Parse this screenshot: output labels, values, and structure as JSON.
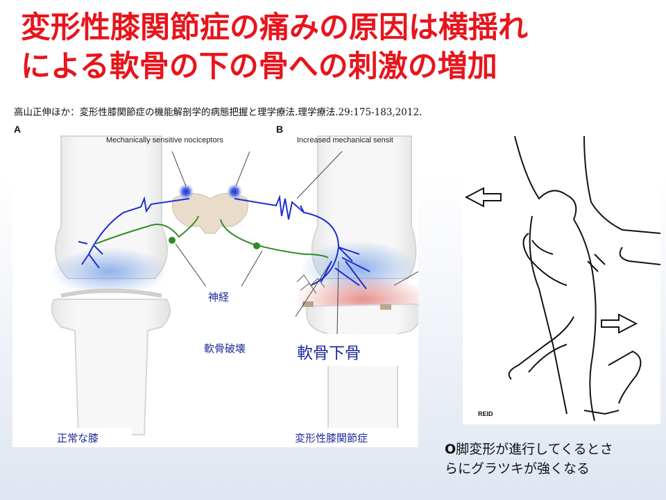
{
  "title": {
    "line1": "変形性膝関節症の痛みの原因は横揺れ",
    "line2": "による軟骨の下の骨への刺激の増加"
  },
  "citation": "高山正伸ほか：変形性膝関節症の機能解剖学的病態把握と理学療法.理学療法.29:175-183,2012.",
  "figure_left": {
    "panel_a": "A",
    "panel_b": "B",
    "label_nociceptors": "Mechanically sensitive nociceptors",
    "label_increased": "Increased mechanical sensit",
    "label_nerve": "神経",
    "label_cartilage": "軟骨破壊",
    "label_subchondral": "軟骨下骨",
    "label_normal": "正常な膝",
    "label_oa": "変形性膝関節症"
  },
  "figure_right": {
    "signature": "REID"
  },
  "caption": {
    "prefix": "O",
    "line1_rest": "脚変形が進行してくるとさ",
    "line2": "らにグラツキが強くなる"
  },
  "colors": {
    "title": "#e8141b",
    "label_blue": "#1f2a9a",
    "nerve_blue": "#1b2fd1",
    "nerve_green": "#2e8b22"
  }
}
